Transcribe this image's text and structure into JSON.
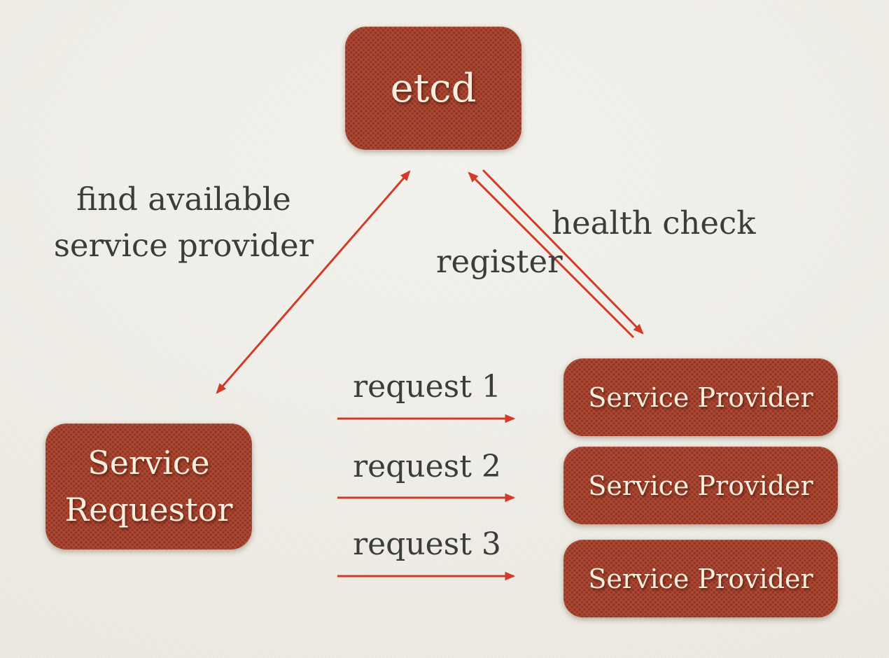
{
  "colors": {
    "node_fill": "#ad4732",
    "node_dot": "#8c3626",
    "node_text": "#f6efdf",
    "arrow": "#d23b28",
    "label_text": "#3d3c3c"
  },
  "nodes": {
    "etcd": {
      "label": "etcd"
    },
    "service_requestor": {
      "label": "Service Requestor"
    },
    "service_providers": [
      {
        "label": "Service Provider"
      },
      {
        "label": "Service Provider"
      },
      {
        "label": "Service Provider"
      }
    ]
  },
  "edges": {
    "find_provider": {
      "lines": [
        "find available",
        "service provider"
      ]
    },
    "register": {
      "label": "register"
    },
    "health_check": {
      "label": "health check"
    },
    "requests": [
      {
        "label": "request 1"
      },
      {
        "label": "request 2"
      },
      {
        "label": "request 3"
      }
    ]
  }
}
